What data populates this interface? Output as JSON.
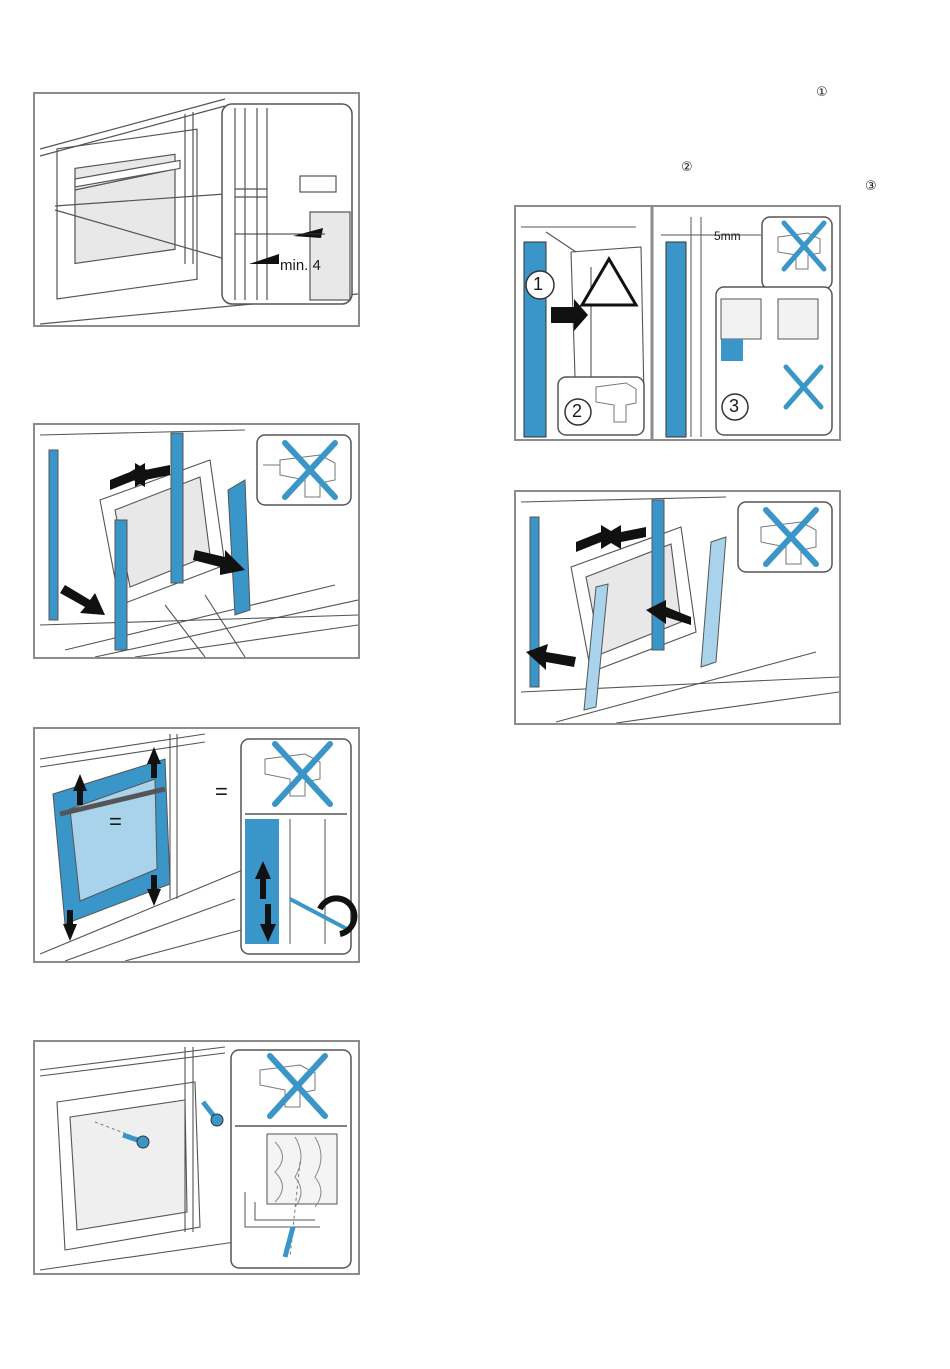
{
  "colors": {
    "frame": "#8c8c8c",
    "accent_blue": "#3a95c9",
    "light_blue": "#a8d3ea",
    "line": "#555555"
  },
  "markers": {
    "m1": "①",
    "m2": "②",
    "m3": "③"
  },
  "figure_1": {
    "label_min": "min. 4"
  },
  "figure_2": {
    "icon": "no-drill-icon"
  },
  "figure_3": {
    "equal_top": "=",
    "equal_left": "="
  },
  "figure_5": {
    "step_1": "1",
    "step_2": "2",
    "step_3": "3",
    "gap_label": "5mm"
  },
  "figure_6": {
    "icon": "no-drill-icon"
  }
}
